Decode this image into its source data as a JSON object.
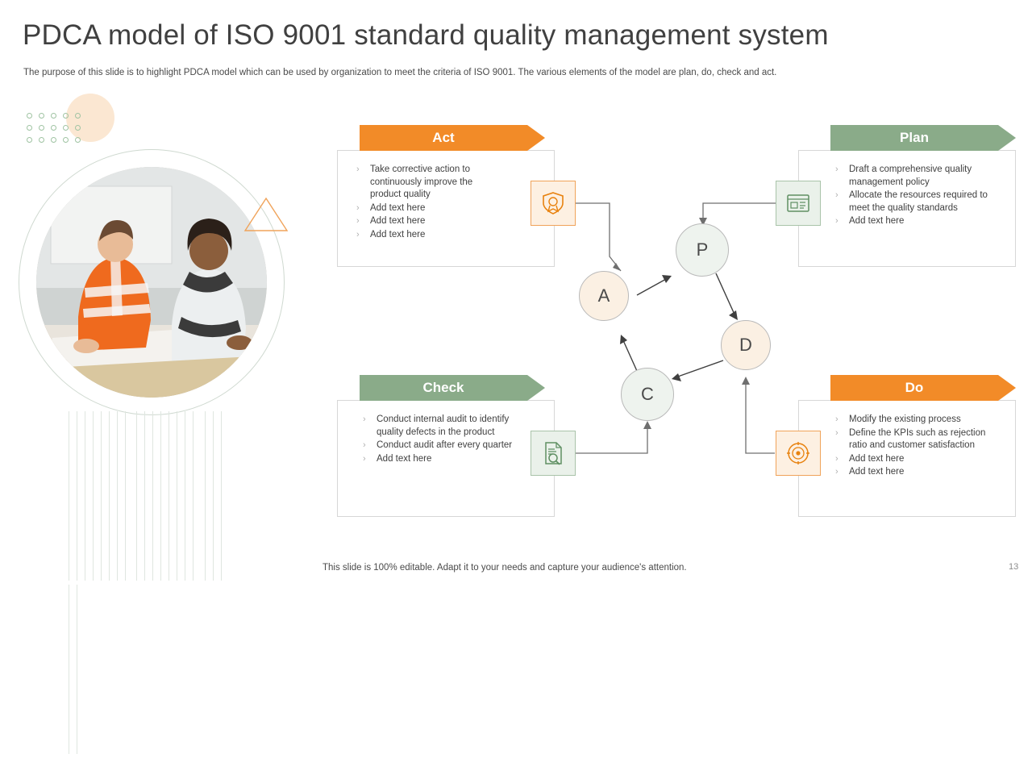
{
  "header": {
    "title": "PDCA model of ISO 9001 standard quality management system",
    "subtitle": "The purpose of this slide is to highlight PDCA model which can be used by organization to meet the criteria of ISO 9001. The various elements of the model are plan, do, check and act."
  },
  "quadrants": [
    {
      "id": "act",
      "label": "Act",
      "color": "#f28b28",
      "icon": "shield-award-icon",
      "bullets": [
        "Take corrective action to continuously improve the product quality",
        "Add text here",
        "Add text here",
        "Add text here"
      ]
    },
    {
      "id": "plan",
      "label": "Plan",
      "color": "#8aab89",
      "icon": "blueprint-plan-icon",
      "bullets": [
        "Draft a comprehensive quality management policy",
        "Allocate the resources required to meet the quality standards",
        "Add text here"
      ]
    },
    {
      "id": "check",
      "label": "Check",
      "color": "#8aab89",
      "icon": "document-search-icon",
      "bullets": [
        "Conduct internal audit to identify quality defects in the product",
        "Conduct audit after every quarter",
        "Add text here"
      ]
    },
    {
      "id": "do",
      "label": "Do",
      "color": "#f28b28",
      "icon": "target-gear-icon",
      "bullets": [
        "Modify the existing process",
        "Define the KPIs such as rejection ratio and customer satisfaction",
        "Add text here",
        "Add text here"
      ]
    }
  ],
  "cycle": {
    "nodes": [
      {
        "id": "p",
        "letter": "P"
      },
      {
        "id": "d",
        "letter": "D"
      },
      {
        "id": "c",
        "letter": "C"
      },
      {
        "id": "a",
        "letter": "A"
      }
    ]
  },
  "bullet_marker": "›",
  "footer": {
    "note": "This slide is 100% editable. Adapt it to your needs and capture your audience's attention.",
    "page_number": "13"
  }
}
